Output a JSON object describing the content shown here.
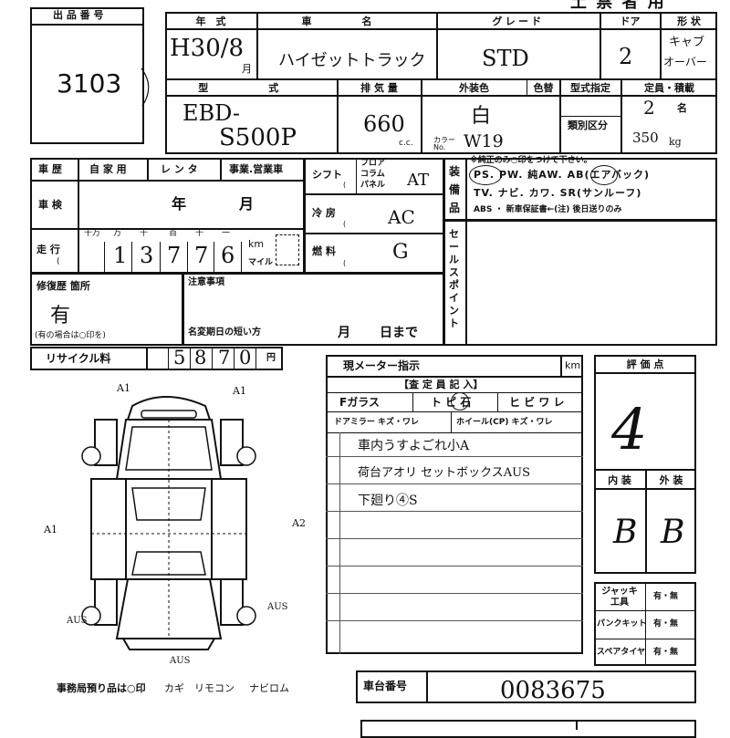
{
  "header": {
    "top_title": "",
    "right_title": "土 禁 者 用"
  },
  "lot": {
    "label": "出 品 番 号",
    "number": "3103"
  },
  "vehicle": {
    "year_label": "年　式",
    "year_value": "H30/8",
    "month_suffix": "月",
    "name_label": "車　名",
    "name_value": "ハイゼットトラック",
    "grade_label": "グレード",
    "grade_value": "STD",
    "doors_label": "ドア",
    "doors_value": "2",
    "shape_label": "形 状",
    "shape_value_1": "キャブ",
    "shape_value_2": "オーバー",
    "model_label": "型　式",
    "model_value_1": "EBD-",
    "model_value_2": "S500P",
    "displacement_label": "排 気 量",
    "displacement_value": "660",
    "displacement_unit": "c.c.",
    "exterior_label": "外装色",
    "exterior_value": "白",
    "color_no_label": "カラー No.",
    "color_no_value": "W19",
    "color_change_label": "色替",
    "model_spec_label": "型式指定",
    "category_label": "類別区分",
    "capacity_label": "定員・積載",
    "capacity_value": "2",
    "capacity_unit": "名",
    "load_value": "350",
    "load_unit": "kg"
  },
  "history": {
    "label": "車 歴",
    "options": [
      "自 家 用",
      "レ ン タ",
      "事業.営業車"
    ]
  },
  "inspection": {
    "label": "車 検",
    "year_label": "年",
    "month_label": "月"
  },
  "mileage": {
    "label": "走 行",
    "digit_labels": [
      "十万",
      "万",
      "千",
      "百",
      "十",
      "一"
    ],
    "digits": [
      "1",
      "3",
      "7",
      "7",
      "6"
    ],
    "unit_km": "km",
    "unit_mile": "マイル"
  },
  "shift": {
    "label": "シフト",
    "options": [
      "フロア",
      "コラム",
      "パネル"
    ],
    "value": "AT"
  },
  "ac": {
    "label": "冷 房",
    "value": "AC"
  },
  "fuel": {
    "label": "燃 料",
    "value": "G"
  },
  "equipment": {
    "label": "装備品",
    "note": "※純正のみ○印をつけて下さい。",
    "line1": "PS. PW. 純AW. AB(エアバック)",
    "line2": "TV. ナビ. カワ. SR(サンルーフ)",
    "line3": "ABS ・ 新車保証書←(注) 後日送りのみ"
  },
  "sale_point": {
    "label": "セールスポイント"
  },
  "repair": {
    "label": "修復歴 箇所",
    "value": "有",
    "note": "(有の場合は○印を)"
  },
  "notes": {
    "label": "注意事項",
    "name_change_label": "名変期日の短い方",
    "month_label": "月",
    "day_label": "日まで"
  },
  "recycle": {
    "label": "リサイクル料",
    "digits": [
      "5",
      "8",
      "7",
      "0"
    ],
    "unit": "円"
  },
  "meter": {
    "label": "現メーター指示",
    "unit": "km"
  },
  "assessor": {
    "title": "【査 定 員 記 入】",
    "glass_label": "Fガラス",
    "glass_options": [
      "ト ピ 石",
      "ヒ ビ ワ レ"
    ],
    "mirror_label": "ドアミラー キズ・ワレ",
    "wheel_label": "ホイール(CP) キズ・ワレ",
    "comments": [
      "車内うすよごれ小A",
      "荷台アオリ セットボックスAUS",
      "下廻り④S"
    ]
  },
  "grade": {
    "label": "評 価 点",
    "score": "4",
    "interior_label": "内 装",
    "exterior_label": "外 装",
    "interior_value": "B",
    "exterior_value": "B"
  },
  "accessories": {
    "jack_label": "ジャッキ工具",
    "puncture_label": "パンクキット",
    "spare_label": "スペアタイヤ",
    "yes_no": "有・無"
  },
  "chassis": {
    "label": "車台番号",
    "value": "0083675"
  },
  "diagram": {
    "marks": [
      "A1",
      "A1",
      "A1",
      "A2",
      "AUS",
      "AUS",
      "AUS"
    ]
  },
  "footer": {
    "office_note": "事務局預り品は○印",
    "items": [
      "カギ",
      "リモコン",
      "ナビロム"
    ]
  }
}
